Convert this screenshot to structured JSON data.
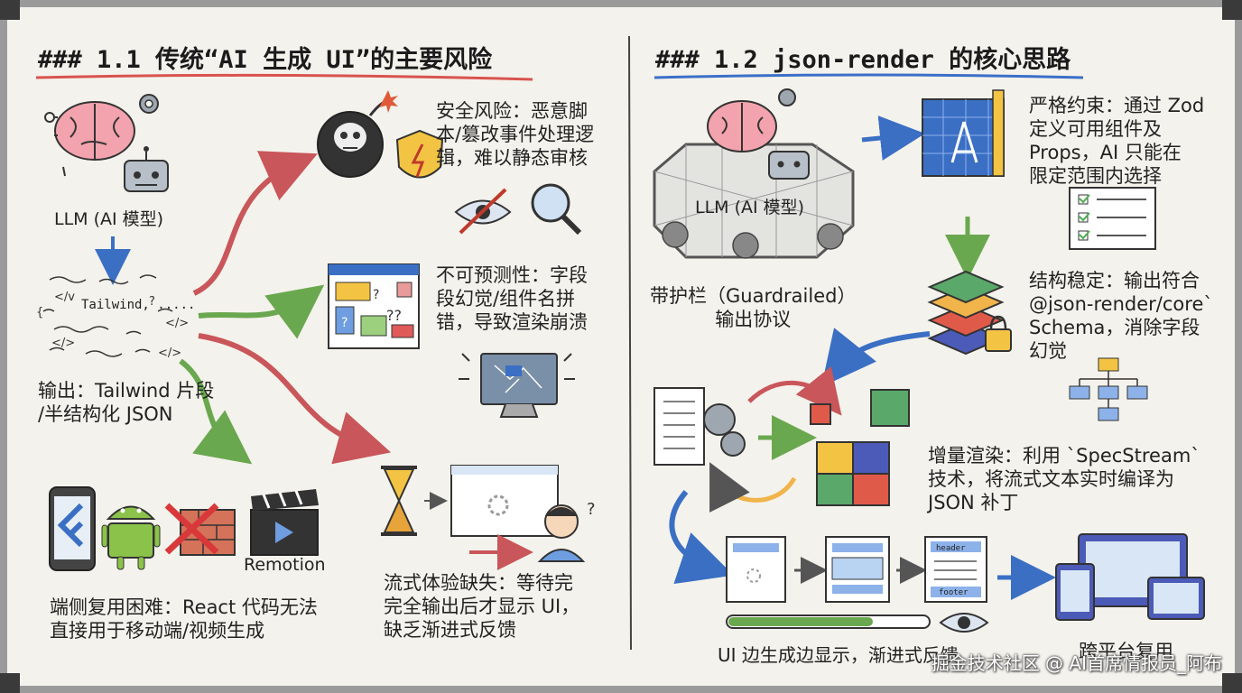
{
  "left": {
    "title": "### 1.1 传统“AI 生成 UI”的主要风险",
    "llm_label": "LLM (AI 模型)",
    "scribble_text": "Tailwind, .....",
    "output_label": "输出：Tailwind 片段\n/半结构化 JSON",
    "risk_security": "安全风险：恶意脚\n本/篡改事件处理逻\n辑，难以静态审核",
    "risk_unpredictable": "不可预测性：字段\n段幻觉/组件名拼\n错，导致渲染崩溃",
    "risk_reuse": "端侧复用困难：React 代码无法\n直接用于移动端/视频生成",
    "remotion_label": "Remotion",
    "risk_streaming": "流式体验缺失：等待完\n完全输出后才显示 UI，\n缺乏渐进式反馈"
  },
  "right": {
    "title": "### 1.2 json-render 的核心思路",
    "llm_label": "LLM (AI 模型)",
    "guardrail_label": "带护栏（Guardrailed）\n输出协议",
    "strict_constraint": "严格约束：通过 Zod\n定义可用组件及\nProps，AI 只能在\n限定范围内选择",
    "stable_structure": "结构稳定：输出符合\n@json-render/core`\nSchema，消除字段\n幻觉",
    "incremental_render": "增量渲染：利用 `SpecStream`\n技术，将流式文本实时编译为\nJSON 补丁",
    "header_label": "header",
    "footer_label": "footer",
    "progressive_label": "UI 边生成边显示，渐进式反馈",
    "cross_platform": "跨平台复用"
  },
  "watermark": "掘金技术社区 @ AI首席情报员_阿布",
  "colors": {
    "red_arrow": "#c9565a",
    "green_arrow": "#6aa84f",
    "blue_arrow": "#3a6fc4",
    "left_underline": "#d9534f",
    "right_underline": "#3b6fc9"
  }
}
